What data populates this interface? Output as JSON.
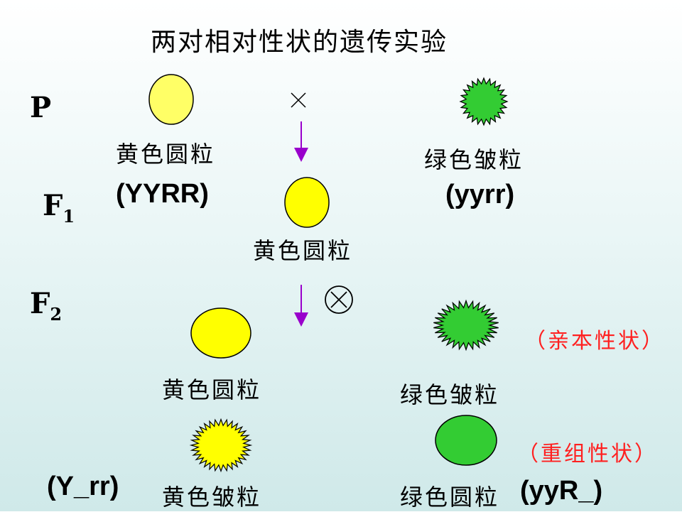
{
  "title": "两对相对性状的遗传实验",
  "generations": {
    "p": "P",
    "f1": "F",
    "f1_sub": "1",
    "f2": "F",
    "f2_sub": "2"
  },
  "symbols": {
    "cross": "×",
    "self": "⊗"
  },
  "parents": {
    "yellow_round": {
      "label": "黄色圆粒",
      "genotype": "(YYRR)"
    },
    "green_wrinkled": {
      "label": "绿色皱粒",
      "genotype": "(yyrr)"
    }
  },
  "f1": {
    "label": "黄色圆粒"
  },
  "f2": {
    "yellow_round": {
      "label": "黄色圆粒"
    },
    "green_wrinkled": {
      "label": "绿色皱粒"
    },
    "yellow_wrinkled": {
      "label": "黄色皱粒",
      "genotype": "(Y_rr)"
    },
    "green_round": {
      "label": "绿色圆粒",
      "genotype": "(yyR_)"
    },
    "parental_trait": "（亲本性状）",
    "recombinant_trait": "（重组性状）"
  },
  "colors": {
    "yellow_fill": "#ffff66",
    "yellow_bright": "#ffff00",
    "green_fill": "#33cc33",
    "arrow": "#9900cc",
    "trait_text": "#ff2020"
  }
}
